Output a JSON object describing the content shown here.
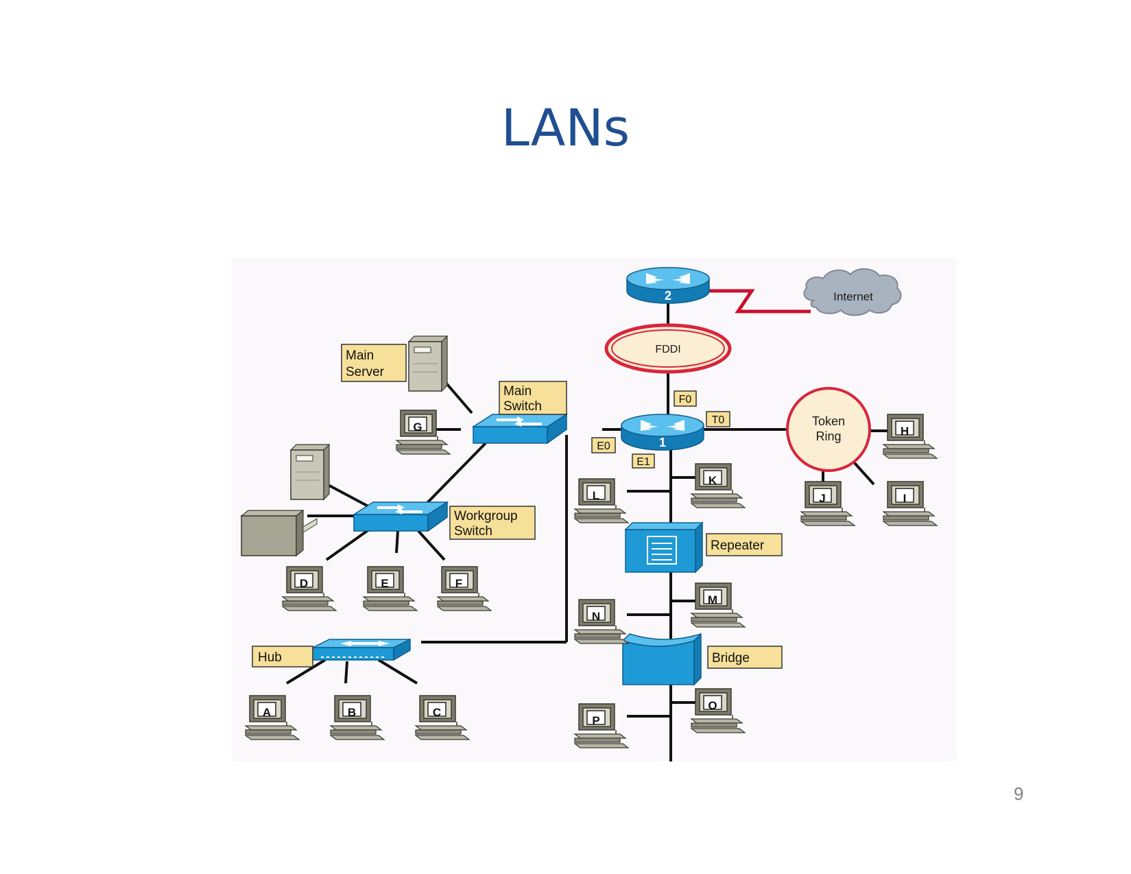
{
  "slide": {
    "title": "LANs",
    "page_number": "9"
  },
  "diagram": {
    "labels": {
      "main_server": [
        "Main",
        "Server"
      ],
      "main_switch": [
        "Main",
        "Switch"
      ],
      "workgroup_switch": [
        "Workgroup",
        "Switch"
      ],
      "hub": "Hub",
      "repeater": "Repeater",
      "bridge": "Bridge",
      "internet": "Internet",
      "fddi": "FDDI",
      "token_ring": [
        "Token",
        "Ring"
      ],
      "router_top": "2",
      "router_main": "1",
      "port_f0": "F0",
      "port_t0": "T0",
      "port_e0": "E0",
      "port_e1": "E1"
    },
    "pcs": {
      "A": "A",
      "B": "B",
      "C": "C",
      "D": "D",
      "E": "E",
      "F": "F",
      "G": "G",
      "H": "H",
      "I": "I",
      "J": "J",
      "K": "K",
      "L": "L",
      "M": "M",
      "N": "N",
      "O": "O",
      "P": "P"
    },
    "colors": {
      "device_blue": "#1e9ad6",
      "label_fill": "#f6e09a",
      "ring_red": "#d7263d",
      "wan_red": "#c8102e",
      "cloud_gray": "#a9b3bf",
      "title_blue": "#1f4e91"
    }
  }
}
